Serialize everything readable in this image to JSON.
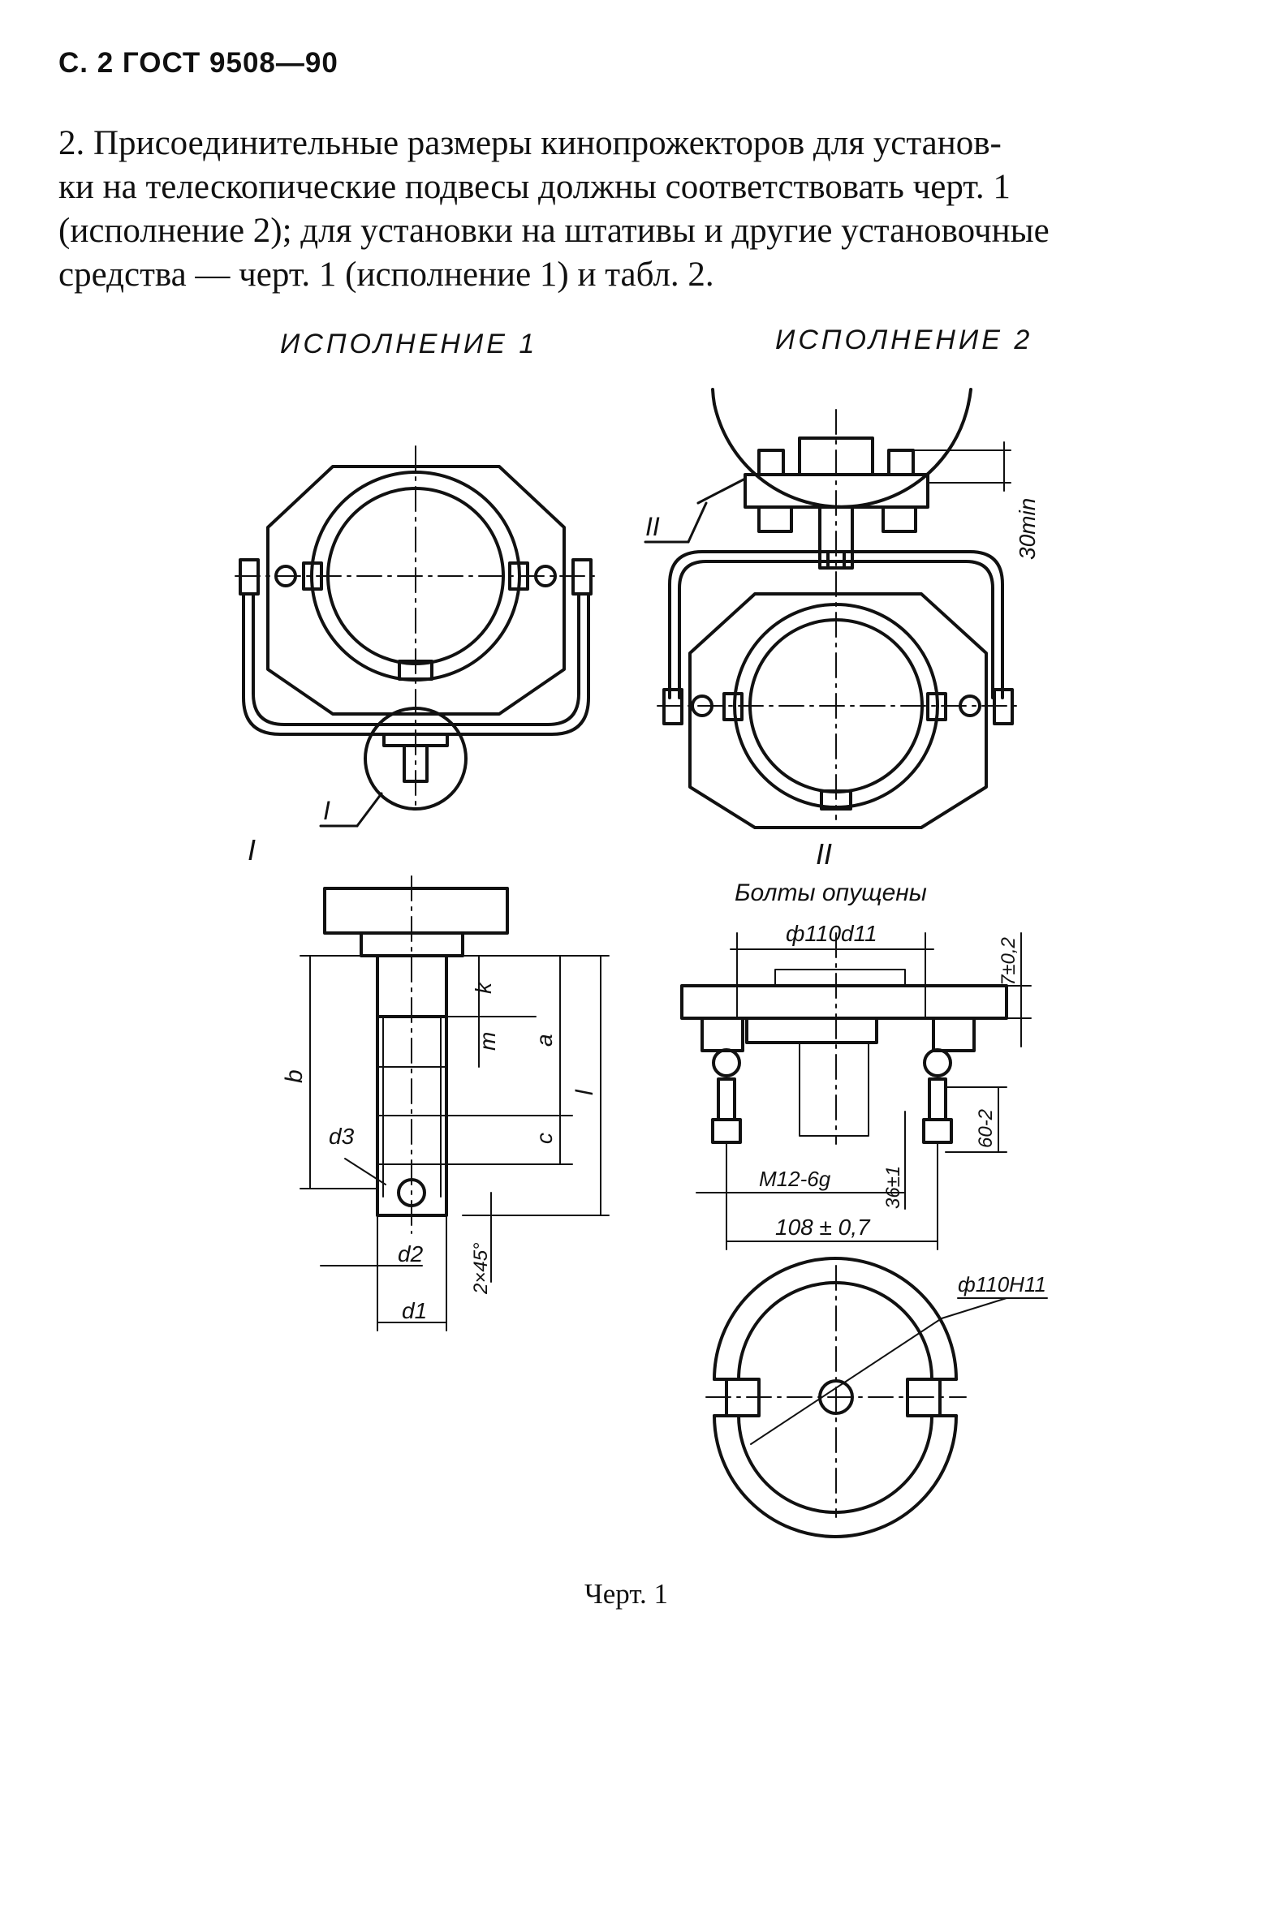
{
  "header": "С. 2 ГОСТ 9508—90",
  "paragraph": {
    "lines": [
      "2. Присоединительные размеры кинопрожекторов для установ-",
      "ки на телескопические подвесы должны соответствовать черт. 1",
      "(исполнение 2); для установки на штативы и другие установочные",
      "средства — черт. 1 (исполнение 1) и табл. 2."
    ]
  },
  "figure": {
    "variant_1_title": "ИСПОЛНЕНИЕ 1",
    "variant_2_title": "ИСПОЛНЕНИЕ 2",
    "callout_I": "I",
    "callout_II": "II",
    "detail_I_label": "I",
    "detail_II_label": "II",
    "detail_II_note": "Болты опущены",
    "dim_30min": "30min",
    "dim_k": "k",
    "dim_m": "m",
    "dim_a": "a",
    "dim_b": "b",
    "dim_l": "l",
    "dim_c": "c",
    "dim_d1": "d1",
    "dim_d2": "d2",
    "dim_d3": "d3",
    "dim_chamfer": "2×45°",
    "dim_phi110d11": "ф110d11",
    "dim_7": "7±0,2",
    "dim_60": "60-2",
    "dim_m12": "M12-6g",
    "dim_36": "36±1",
    "dim_108": "108 ± 0,7",
    "dim_phi110H11": "ф110H11",
    "caption": "Черт. 1"
  },
  "colors": {
    "ink": "#111111",
    "paper": "#ffffff"
  }
}
